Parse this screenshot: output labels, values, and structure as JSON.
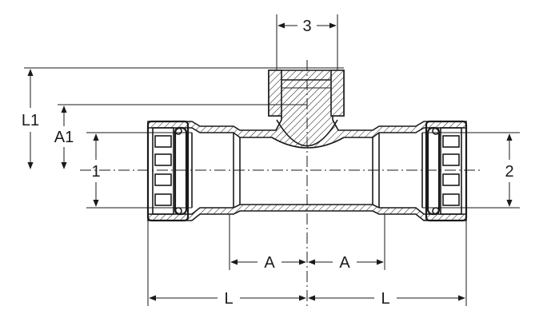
{
  "dimensions": {
    "branch_thread": "3",
    "height_total": "L1",
    "height_inner": "A1",
    "port_left": "1",
    "port_right": "2",
    "insertion_left": "A",
    "insertion_right": "A",
    "length_left": "L",
    "length_right": "L"
  }
}
